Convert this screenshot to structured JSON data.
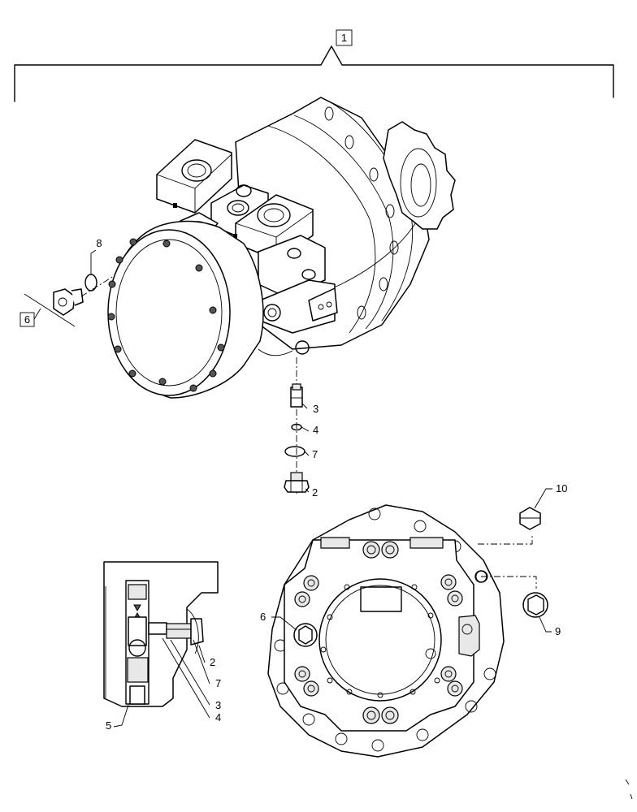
{
  "callouts": {
    "c1": "1",
    "c2a": "2",
    "c3a": "3",
    "c4a": "4",
    "c7a": "7",
    "c8": "8",
    "c6a": "6",
    "c10": "10",
    "c9": "9",
    "c6b": "6",
    "c2b": "2",
    "c7b": "7",
    "c3b": "3",
    "c4b": "4",
    "c5": "5"
  }
}
